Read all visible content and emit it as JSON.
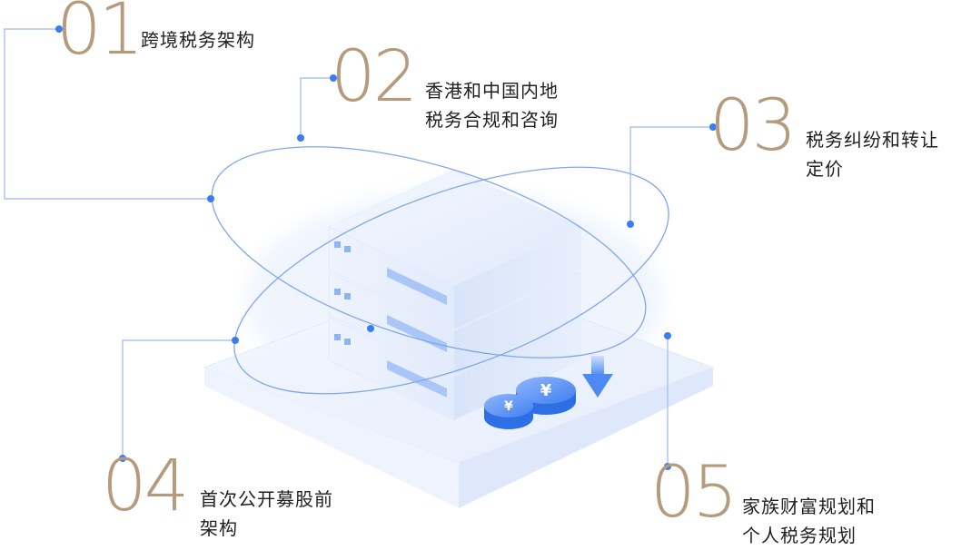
{
  "items": [
    {
      "num": "01",
      "lines": [
        "跨境税务架构"
      ]
    },
    {
      "num": "02",
      "lines": [
        "香港和中国内地",
        "税务合规和咨询"
      ]
    },
    {
      "num": "03",
      "lines": [
        "税务纠纷和转让",
        "定价"
      ]
    },
    {
      "num": "04",
      "lines": [
        "首次公开募股前",
        "架构"
      ]
    },
    {
      "num": "05",
      "lines": [
        "家族财富规划和",
        "个人税务规划"
      ]
    }
  ],
  "illustration": {
    "coin_symbol": "¥",
    "accent_color": "#3b7cf0",
    "number_color": "#b69a7c",
    "icons": [
      "server-stack-icon",
      "coin-icon",
      "down-arrow-icon"
    ]
  }
}
